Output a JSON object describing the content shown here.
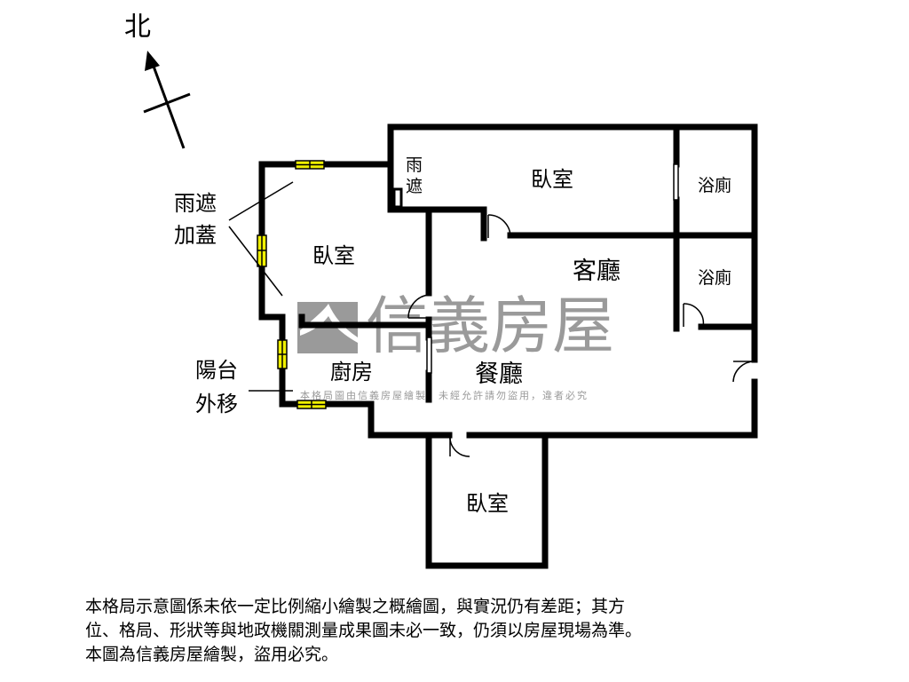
{
  "north_label": "北",
  "rooms": {
    "bedroom_top": "臥室",
    "bedroom_left": "臥室",
    "bedroom_bottom": "臥室",
    "bath_top": "浴廁",
    "bath_lower": "浴廁",
    "living": "客廳",
    "dining": "餐廳",
    "kitchen": "廚房",
    "rain_shelter": [
      "雨",
      "遮"
    ]
  },
  "annotations": {
    "rain_cover": [
      "雨遮",
      "加蓋"
    ],
    "balcony": [
      "陽台",
      "外移"
    ]
  },
  "watermark": {
    "brand": "信義房屋",
    "notice": "本格局圖由信義房屋繪製，未經允許請勿盜用，違者必究"
  },
  "colors": {
    "wall": "#000000",
    "window": "#f0f000",
    "watermark": "#9a9a9a"
  },
  "notes": [
    "本格局示意圖係未依一定比例縮小繪製之概繪圖，與實況仍有差距；其方",
    "位、格局、形狀等與地政機關測量成果圖未必一致，仍須以房屋現場為準。",
    "本圖為信義房屋繪製，盜用必究。"
  ]
}
